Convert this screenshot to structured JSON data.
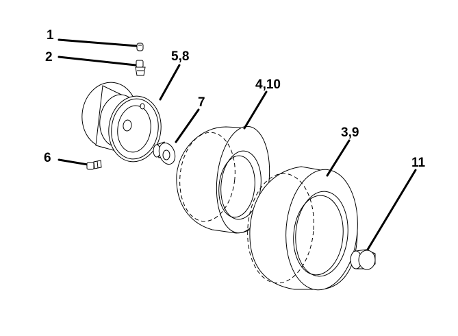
{
  "callouts": {
    "valve_cap": "1",
    "valve_stem": "2",
    "rim": "5,8",
    "bushing": "7",
    "fitting": "6",
    "front_tire": "4,10",
    "rear_tire": "3,9",
    "cap": "11"
  }
}
